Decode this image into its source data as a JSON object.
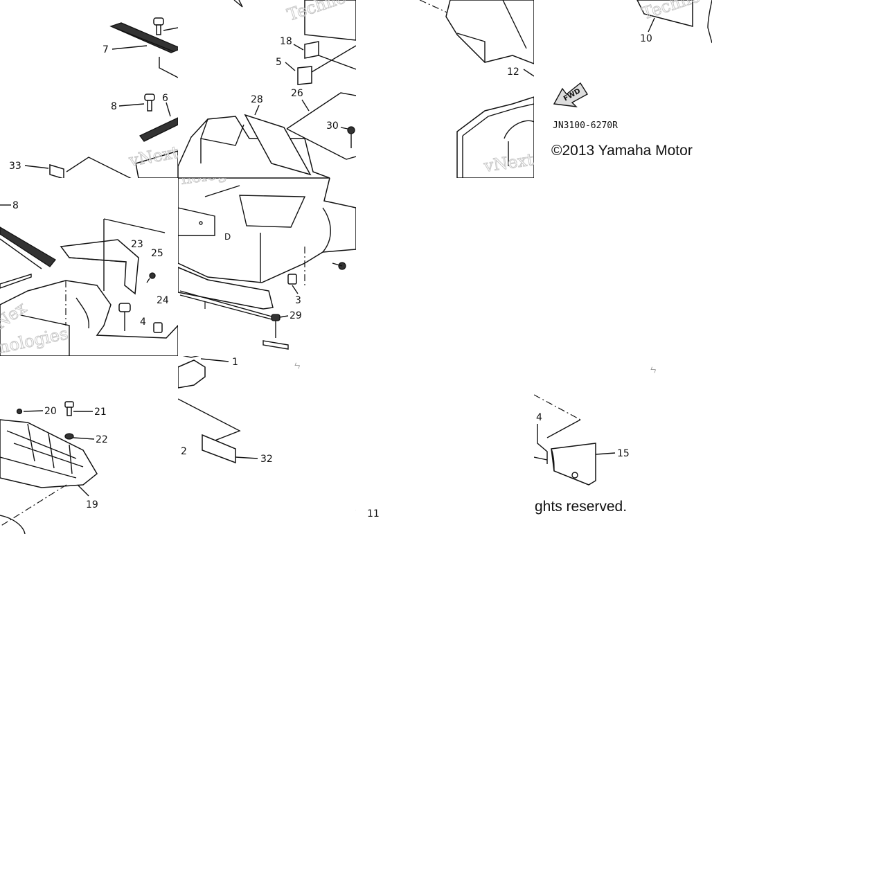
{
  "diagram": {
    "part_number": "JN3100-6270R",
    "copyright_line1": "©2013 Yamaha Motor",
    "copyright_line2": "ghts reserved.",
    "fwd_label": "FWD",
    "watermarks": [
      "Techno",
      "vNext Tec",
      "Techno",
      "nologies",
      "vNext Tec",
      "Techn"
    ],
    "callouts": [
      "7",
      "8",
      "6",
      "33",
      "8",
      "23",
      "25",
      "24",
      "4",
      "20",
      "21",
      "22",
      "19",
      "18",
      "5",
      "28",
      "26",
      "30",
      "3",
      "29",
      "1",
      "2",
      "32",
      "11",
      "12",
      "10",
      "4",
      "15"
    ]
  }
}
